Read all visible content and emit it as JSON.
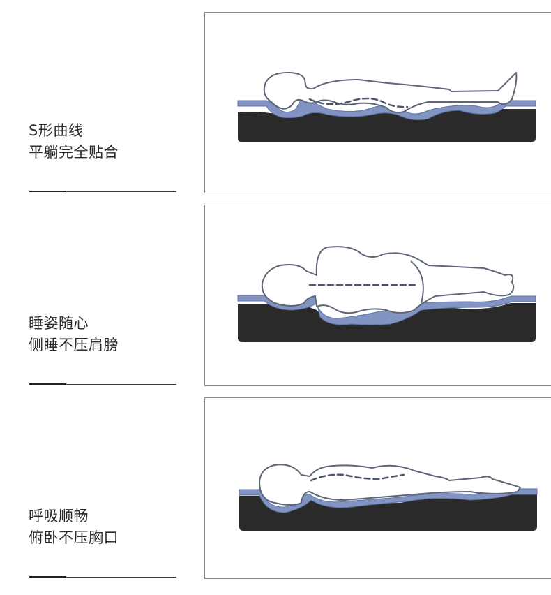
{
  "items": [
    {
      "title": "S形曲线",
      "subtitle": "平躺完全贴合",
      "illustration": "back-lying-person-on-mattress"
    },
    {
      "title": "睡姿随心",
      "subtitle": "侧睡不压肩膀",
      "illustration": "side-lying-person-on-mattress"
    },
    {
      "title": "呼吸顺畅",
      "subtitle": "俯卧不压胸口",
      "illustration": "prone-person-on-mattress"
    }
  ],
  "colors": {
    "text": "#2b2b2b",
    "mattress_base": "#2a2a2a",
    "mattress_foam": "#8194c2",
    "figure_outline": "#5d6676",
    "panel_border": "#7a8890"
  }
}
